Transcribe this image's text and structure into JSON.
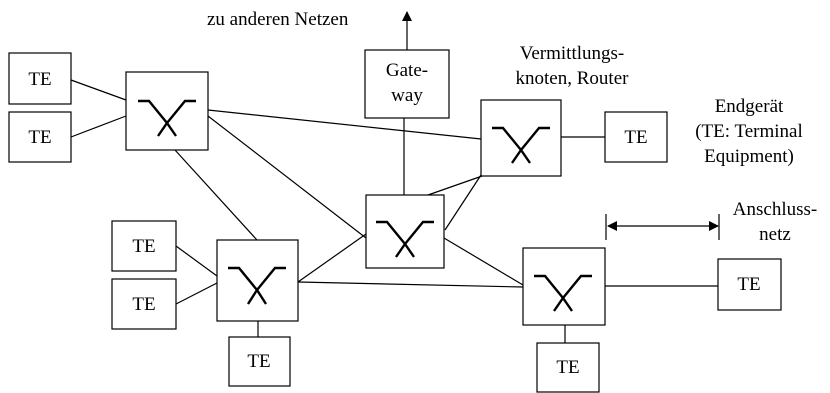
{
  "diagram": {
    "te_label": "TE",
    "gateway_label": [
      "Gate-",
      "way"
    ],
    "external_label": "zu anderen Netzen",
    "switch_label": [
      "Vermittlungs-",
      "knoten, Router"
    ],
    "endgeraet_label": [
      "Endgerät",
      "(TE: Terminal",
      "Equipment)"
    ],
    "anschluss_label": [
      "Anschluss-",
      "netz"
    ]
  }
}
